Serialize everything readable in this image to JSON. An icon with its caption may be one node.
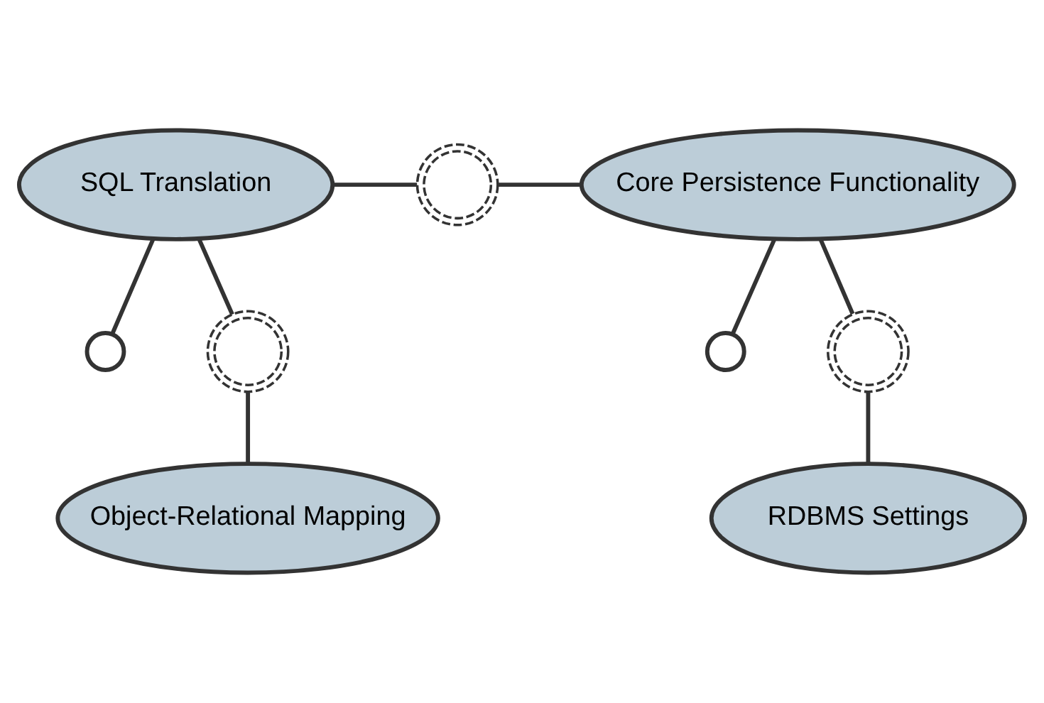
{
  "diagram": {
    "nodes": [
      {
        "text": [
          "SQL Translation"
        ]
      },
      {
        "text": [
          "Core Persistence Functionality"
        ]
      },
      {
        "text": [
          "Object-Relational Mapping"
        ]
      },
      {
        "text": [
          "RDBMS Settings"
        ]
      },
      {
        "text": [],
        "shape": "circle"
      },
      {
        "text": [],
        "shape": "circle"
      },
      {
        "text": [],
        "shape": "circle"
      },
      {
        "text": [],
        "shape": "circle"
      },
      {
        "text": [],
        "shape": "circle"
      }
    ],
    "edges": [
      {
        "from": 0,
        "to": 4,
        "arrow": "none"
      },
      {
        "from": 1,
        "to": 5,
        "arrow": "none"
      },
      {
        "from": 0,
        "to": 6,
        "arrow": "none"
      },
      {
        "from": 6,
        "to": 1,
        "arrow": "none"
      },
      {
        "from": 0,
        "to": 7,
        "arrow": "none"
      },
      {
        "from": 7,
        "to": 2,
        "arrow": "none"
      },
      {
        "from": 1,
        "to": 8,
        "arrow": "none"
      },
      {
        "from": 8,
        "to": 3,
        "arrow": "none"
      }
    ]
  }
}
